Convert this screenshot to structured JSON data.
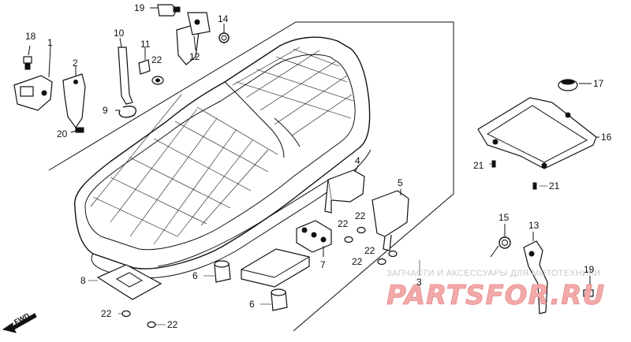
{
  "diagram": {
    "callouts": {
      "p1": "1",
      "p2": "2",
      "p3": "3",
      "p4": "4",
      "p5": "5",
      "p6a": "6",
      "p6b": "6",
      "p7": "7",
      "p8": "8",
      "p9": "9",
      "p10": "10",
      "p11": "11",
      "p12": "12",
      "p13": "13",
      "p14": "14",
      "p15": "15",
      "p16": "16",
      "p17": "17",
      "p18": "18",
      "p19a": "19",
      "p19b": "19",
      "p20": "20",
      "p21a": "21",
      "p21b": "21",
      "p22a": "22",
      "p22b": "22",
      "p22c": "22",
      "p22d": "22",
      "p22e": "22",
      "p22f": "22",
      "p22g": "22"
    },
    "fwd_label": "FWD",
    "watermark_caption": "ЗАПЧАСТИ И АКСЕССУАРЫ ДЛЯ МОТОТЕХНИКИ",
    "watermark_logo": "PARTSFOR.RU",
    "colors": {
      "ink": "#111111",
      "watermark_red": "#e88a8a",
      "watermark_grey": "#c9c9c9"
    }
  }
}
